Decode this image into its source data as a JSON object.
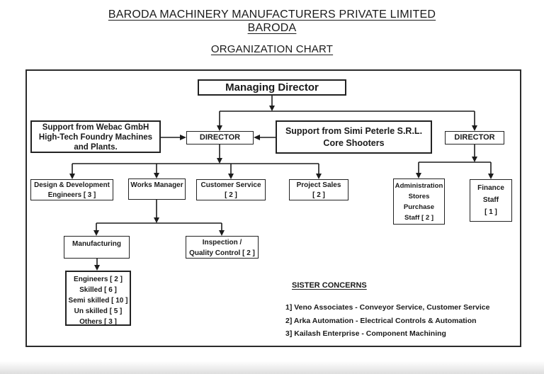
{
  "header": {
    "title_line1": "BARODA MACHINERY MANUFACTURERS PRIVATE LIMITED",
    "title_line2": "BARODA",
    "subtitle": "ORGANIZATION CHART"
  },
  "org": {
    "managing_director": {
      "label": "Managing Director"
    },
    "webac_support": {
      "lines": [
        "Support from Webac GmbH",
        "High-Tech Foundry Machines",
        "and Plants."
      ]
    },
    "director_left": {
      "label": "DIRECTOR"
    },
    "simi_support": {
      "lines": [
        "Support from Simi Peterle S.R.L.",
        "Core Shooters"
      ]
    },
    "director_right": {
      "label": "DIRECTOR"
    },
    "design_development": {
      "lines": [
        "Design & Development",
        "Engineers [ 3 ]"
      ]
    },
    "works_manager": {
      "label": "Works Manager"
    },
    "customer_service": {
      "lines": [
        "Customer Service",
        "[ 2 ]"
      ]
    },
    "project_sales": {
      "lines": [
        "Project Sales",
        "[ 2 ]"
      ]
    },
    "administration": {
      "lines": [
        "Administration",
        "Stores",
        "Purchase",
        "Staff [ 2 ]"
      ]
    },
    "finance": {
      "lines": [
        "Finance",
        "Staff",
        "[ 1 ]"
      ]
    },
    "manufacturing": {
      "label": "Manufacturing"
    },
    "inspection": {
      "lines": [
        "Inspection /",
        "Quality Control [ 2 ]"
      ]
    },
    "staff_breakdown": {
      "lines": [
        "Engineers [ 2 ]",
        "Skilled [ 6 ]",
        "Semi skilled [ 10 ]",
        "Un skilled [ 5 ]",
        "Others [ 3 ]"
      ]
    }
  },
  "sister_concerns": {
    "heading": "SISTER CONCERNS",
    "items": [
      "1] Veno Associates - Conveyor Service, Customer Service",
      "2] Arka Automation - Electrical Controls & Automation",
      "3] Kailash Enterprise - Component Machining"
    ]
  },
  "colors": {
    "text": "#1a1a1a",
    "line": "#1c1c1c",
    "background": "#ffffff"
  }
}
